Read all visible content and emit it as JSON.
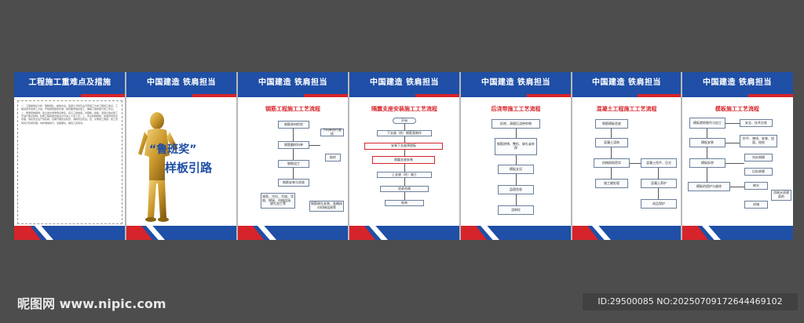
{
  "header_titles": [
    "工程施工重难点及措施",
    "中国建造  铁肩担当",
    "中国建造  铁肩担当",
    "中国建造  铁肩担当",
    "中国建造  铁肩担当",
    "中国建造  铁肩担当",
    "中国建造  铁肩担当"
  ],
  "intro_text": "一、工程重难点分析：钢筋绑扎、模板支设、混凝土浇筑及后浇带施工为本工程施工重点。工程采用专项施工方案，严格按照国家标准、规范要求组织施工，确保工程质量与施工安全。二、质量控制措施：建立健全质量保证体系，实行三检制度，对钢筋、模板、混凝土等关键工序进行重点控制。隐蔽工程验收合格后方可进入下道工序。三、安全控制措施：加强现场安全管理，落实安全生产责任制，定期开展安全检查，消除安全隐患。四、文明施工措施：施工现场实行封闭管理，材料堆放整齐，道路硬化，做到工完场清。",
  "slogan": {
    "line1": "“鲁班奖”",
    "line2": "样板引路"
  },
  "panels": {
    "rebar": {
      "title": "钢筋工程施工工艺流程",
      "steps": [
        "钢筋原材检验",
        "钢筋翻样料单",
        "下料单进行复核",
        "钢筋加工",
        "取样",
        "钢筋安装与验收",
        "调直、冷拉、冷拔、弯曲、焊接、机械连接、绑扎加工等",
        "钢筋绑扎安装、准确核对机械连接等"
      ]
    },
    "seismic": {
      "title": "隔震支座安装施工工艺流程",
      "steps": [
        "开始",
        "下支座（柱）钢筋笼制作",
        "安装下支座预埋板",
        "隔震支座安装",
        "上支座（柱）施工",
        "验收合格",
        "结束"
      ]
    },
    "postcast": {
      "title": "后浇带施工工艺流程",
      "steps": [
        "拆除、清理后浇带杂物",
        "钢筋除锈、整形、绑扎或补焊",
        "模板支设",
        "监理验收",
        "浇筑砼"
      ]
    },
    "concrete": {
      "title": "混凝土工程施工工艺流程",
      "steps": [
        "钢筋模板验收",
        "混凝土浇筑",
        "机械振捣密实",
        "混凝土找平、压光",
        "施工缝处理",
        "混凝土养护",
        "成品保护"
      ]
    },
    "formwork": {
      "title": "模板施工工艺流程",
      "steps": [
        "模板就地制作与加工",
        "安全、技术交底",
        "模板安装",
        "抄平、弹线、安装、加固、校核",
        "模板拆除",
        "先拆侧模",
        "后拆底模",
        "模板的保护与维修",
        "刷光",
        "涂刷水质隔离剂",
        "封堵"
      ]
    }
  },
  "watermark_left": "昵图网 www.nipic.com",
  "watermark_right": "ID:29500085 NO:20250709172644469102",
  "colors": {
    "blue": "#1f4fa6",
    "red": "#d6242a",
    "gold": "#c9a227"
  }
}
